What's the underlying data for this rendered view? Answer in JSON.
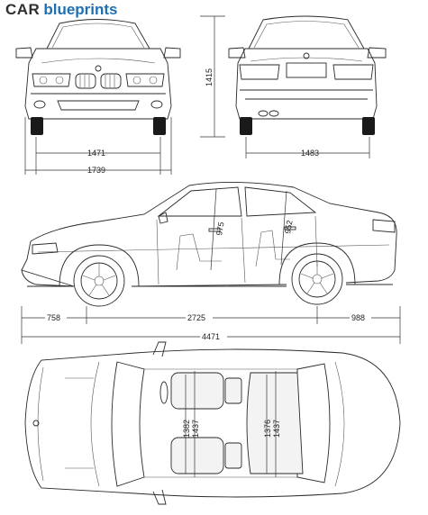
{
  "brand": {
    "part1": "CAR",
    "part2": "blueprints"
  },
  "dimensions": {
    "front_track": "1471",
    "overall_width": "1739",
    "height": "1415",
    "rear_track": "1483",
    "front_overhang": "758",
    "wheelbase": "2725",
    "rear_overhang": "988",
    "overall_length": "4471",
    "front_headroom": "975",
    "rear_headroom": "952",
    "front_shoulder_room": "1382",
    "front_elbow_room": "1437",
    "rear_shoulder_room": "1376",
    "rear_elbow_room": "1437"
  }
}
